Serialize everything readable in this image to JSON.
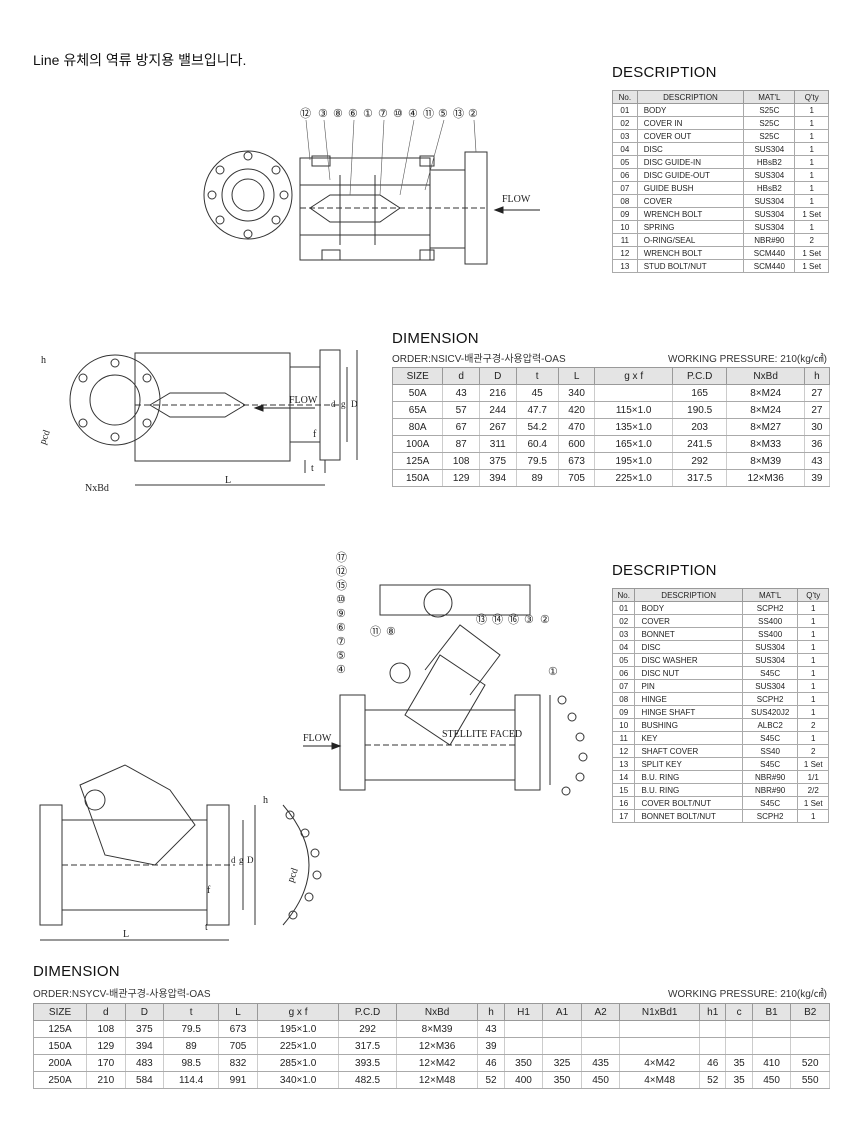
{
  "intro": "Line 유체의 역류 방지용 밸브입니다.",
  "section1": {
    "desc_title": "DESCRIPTION",
    "desc_headers": [
      "No.",
      "DESCRIPTION",
      "MAT'L",
      "Q'ty"
    ],
    "desc_rows": [
      [
        "01",
        "BODY",
        "S25C",
        "1"
      ],
      [
        "02",
        "COVER IN",
        "S25C",
        "1"
      ],
      [
        "03",
        "COVER OUT",
        "S25C",
        "1"
      ],
      [
        "04",
        "DISC",
        "SUS304",
        "1"
      ],
      [
        "05",
        "DISC GUIDE-IN",
        "HBsB2",
        "1"
      ],
      [
        "06",
        "DISC GUIDE-OUT",
        "SUS304",
        "1"
      ],
      [
        "07",
        "GUIDE BUSH",
        "HBsB2",
        "1"
      ],
      [
        "08",
        "COVER",
        "SUS304",
        "1"
      ],
      [
        "09",
        "WRENCH BOLT",
        "SUS304",
        "1 Set"
      ],
      [
        "10",
        "SPRING",
        "SUS304",
        "1"
      ],
      [
        "11",
        "O-RING/SEAL",
        "NBR#90",
        "2"
      ],
      [
        "12",
        "WRENCH BOLT",
        "SCM440",
        "1 Set"
      ],
      [
        "13",
        "STUD BOLT/NUT",
        "SCM440",
        "1 Set"
      ]
    ],
    "dim_title": "DIMENSION",
    "order": "ORDER:NSICV-배관구경-사용압력-OAS",
    "pressure": "WORKING PRESSURE: 210(kg/㎠)",
    "dim_headers": [
      "SIZE",
      "d",
      "D",
      "t",
      "L",
      "g x f",
      "P.C.D",
      "NxBd",
      "h"
    ],
    "dim_rows": [
      [
        "50A",
        "43",
        "216",
        "45",
        "340",
        "",
        "165",
        "8×M24",
        "27"
      ],
      [
        "65A",
        "57",
        "244",
        "47.7",
        "420",
        "115×1.0",
        "190.5",
        "8×M24",
        "27"
      ],
      [
        "80A",
        "67",
        "267",
        "54.2",
        "470",
        "135×1.0",
        "203",
        "8×M27",
        "30"
      ],
      [
        "100A",
        "87",
        "311",
        "60.4",
        "600",
        "165×1.0",
        "241.5",
        "8×M33",
        "36"
      ],
      [
        "125A",
        "108",
        "375",
        "79.5",
        "673",
        "195×1.0",
        "292",
        "8×M39",
        "43"
      ],
      [
        "150A",
        "129",
        "394",
        "89",
        "705",
        "225×1.0",
        "317.5",
        "12×M36",
        "39"
      ]
    ]
  },
  "section2": {
    "desc_title": "DESCRIPTION",
    "desc_headers": [
      "No.",
      "DESCRIPTION",
      "MAT'L",
      "Q'ty"
    ],
    "desc_rows": [
      [
        "01",
        "BODY",
        "SCPH2",
        "1"
      ],
      [
        "02",
        "COVER",
        "SS400",
        "1"
      ],
      [
        "03",
        "BONNET",
        "SS400",
        "1"
      ],
      [
        "04",
        "DISC",
        "SUS304",
        "1"
      ],
      [
        "05",
        "DISC WASHER",
        "SUS304",
        "1"
      ],
      [
        "06",
        "DISC NUT",
        "S45C",
        "1"
      ],
      [
        "07",
        "PIN",
        "SUS304",
        "1"
      ],
      [
        "08",
        "HINGE",
        "SCPH2",
        "1"
      ],
      [
        "09",
        "HINGE SHAFT",
        "SUS420J2",
        "1"
      ],
      [
        "10",
        "BUSHING",
        "ALBC2",
        "2"
      ],
      [
        "11",
        "KEY",
        "S45C",
        "1"
      ],
      [
        "12",
        "SHAFT COVER",
        "SS40",
        "2"
      ],
      [
        "13",
        "SPLIT KEY",
        "S45C",
        "1 Set"
      ],
      [
        "14",
        "B.U. RING",
        "NBR#90",
        "1/1"
      ],
      [
        "15",
        "B.U. RING",
        "NBR#90",
        "2/2"
      ],
      [
        "16",
        "COVER BOLT/NUT",
        "S45C",
        "1 Set"
      ],
      [
        "17",
        "BONNET BOLT/NUT",
        "SCPH2",
        "1"
      ]
    ],
    "dim_title": "DIMENSION",
    "order": "ORDER:NSYCV-배관구경-사용압력-OAS",
    "pressure": "WORKING PRESSURE: 210(kg/㎠)",
    "dim_headers": [
      "SIZE",
      "d",
      "D",
      "t",
      "L",
      "g x f",
      "P.C.D",
      "NxBd",
      "h",
      "H1",
      "A1",
      "A2",
      "N1xBd1",
      "h1",
      "c",
      "B1",
      "B2"
    ],
    "dim_rows": [
      [
        "125A",
        "108",
        "375",
        "79.5",
        "673",
        "195×1.0",
        "292",
        "8×M39",
        "43",
        "",
        "",
        "",
        "",
        "",
        "",
        "",
        ""
      ],
      [
        "150A",
        "129",
        "394",
        "89",
        "705",
        "225×1.0",
        "317.5",
        "12×M36",
        "39",
        "",
        "",
        "",
        "",
        "",
        "",
        "",
        ""
      ],
      [
        "200A",
        "170",
        "483",
        "98.5",
        "832",
        "285×1.0",
        "393.5",
        "12×M42",
        "46",
        "350",
        "325",
        "435",
        "4×M42",
        "46",
        "35",
        "410",
        "520"
      ],
      [
        "250A",
        "210",
        "584",
        "114.4",
        "991",
        "340×1.0",
        "482.5",
        "12×M48",
        "52",
        "400",
        "350",
        "450",
        "4×M48",
        "52",
        "35",
        "450",
        "550"
      ]
    ]
  },
  "drawings": {
    "flow": "FLOW",
    "stellite": "STELLITE FACED",
    "callouts_top": [
      "⑫",
      "③",
      "⑧",
      "⑥",
      "①",
      "⑦",
      "⑩",
      "④",
      "⑪",
      "⑤",
      "⑬",
      "②"
    ],
    "dim_labels": {
      "h": "h",
      "pcd": "pcd",
      "nxbd": "NxBd",
      "L": "L",
      "t": "t",
      "f": "f",
      "g": "g",
      "d": "d",
      "D": "D"
    },
    "callouts_y_left": [
      "⑰",
      "⑫",
      "⑮",
      "⑩",
      "⑨",
      "⑥",
      "⑦",
      "⑤",
      "④"
    ],
    "callouts_y_mid": [
      "⑪",
      "⑧"
    ],
    "callouts_y_right": [
      "⑬",
      "⑭",
      "⑯",
      "③",
      "②"
    ],
    "callout_y_one": "①"
  }
}
